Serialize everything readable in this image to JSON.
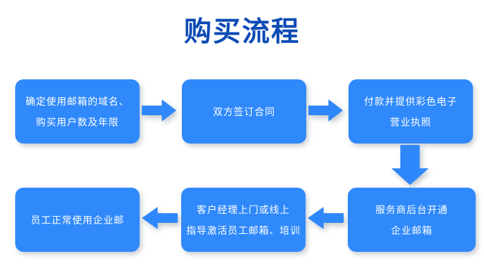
{
  "title": "购买流程",
  "colors": {
    "title": "#0d4bb5",
    "node_fill": "#3089fb",
    "node_text": "#ffffff",
    "arrow": "#2f88fb",
    "background": "#ffffff"
  },
  "flow": {
    "nodes": [
      {
        "id": "step-1",
        "lines": [
          "确定使用邮箱的域名、",
          "购买用户数及年限"
        ]
      },
      {
        "id": "step-2",
        "lines": [
          "双方签订合同"
        ]
      },
      {
        "id": "step-3",
        "lines": [
          "付款并提供彩色电子",
          "营业执照"
        ]
      },
      {
        "id": "step-4",
        "lines": [
          "服务商后台开通",
          "企业邮箱"
        ]
      },
      {
        "id": "step-5",
        "lines": [
          "客户经理上门或线上",
          "指导激活员工邮箱、培训"
        ]
      },
      {
        "id": "step-6",
        "lines": [
          "员工正常使用企业邮"
        ]
      }
    ],
    "arrows": [
      {
        "id": "arrow-1",
        "direction": "right",
        "from": "step-1",
        "to": "step-2"
      },
      {
        "id": "arrow-2",
        "direction": "right",
        "from": "step-2",
        "to": "step-3"
      },
      {
        "id": "arrow-3",
        "direction": "down",
        "from": "step-3",
        "to": "step-4"
      },
      {
        "id": "arrow-4",
        "direction": "left",
        "from": "step-4",
        "to": "step-5"
      },
      {
        "id": "arrow-5",
        "direction": "left",
        "from": "step-5",
        "to": "step-6"
      }
    ]
  }
}
